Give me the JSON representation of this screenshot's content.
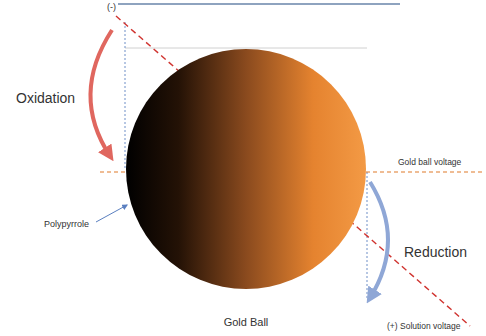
{
  "diagram": {
    "nodes": [
      {
        "text": [
          "Gold Ball"
        ]
      }
    ],
    "labels": [
      "(-)",
      "Oxidation",
      "Gold ball voltage",
      "Reduction",
      "Polypyrrole",
      "(+) Solution voltage"
    ]
  }
}
